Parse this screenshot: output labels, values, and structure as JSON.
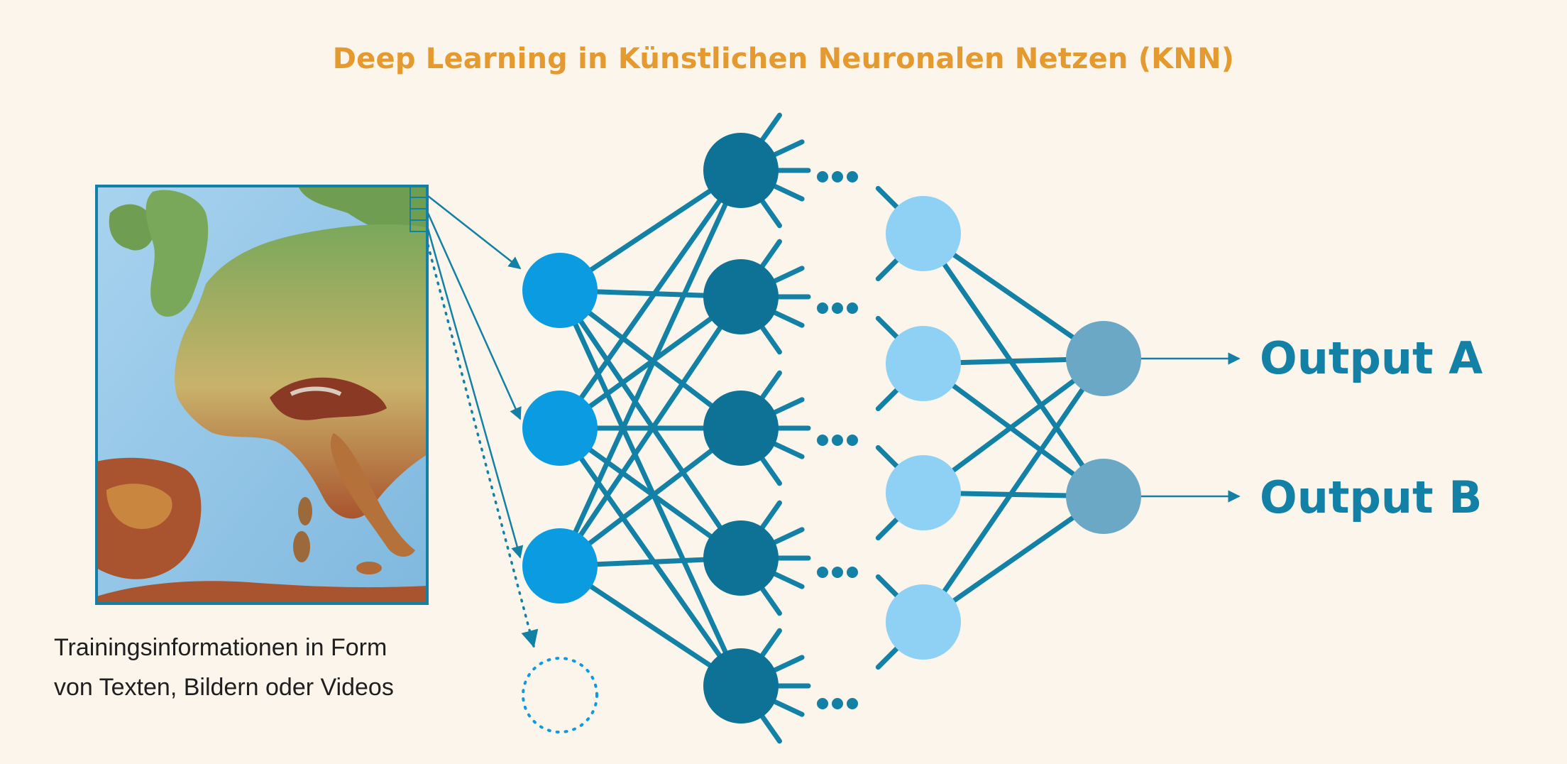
{
  "title": "Deep Learning in Künstlichen Neuronalen Netzen (KNN)",
  "caption": {
    "line1": "Trainingsinformationen in Form",
    "line2": "von Texten, Bildern oder Videos"
  },
  "outputs": {
    "a": "Output A",
    "b": "Output B"
  },
  "colors": {
    "background": "#fbf5eb",
    "title": "#e59a2f",
    "edge": "#1380a6",
    "input_node": "#0a9be0",
    "hidden_node": "#0d7296",
    "late_hidden_node": "#8ed1f4",
    "output_node": "#6aa8c6",
    "output_text": "#1380a6"
  },
  "icons": {
    "input_image": "europe-relief-map-icon",
    "ellipsis": "ellipsis-icon"
  }
}
